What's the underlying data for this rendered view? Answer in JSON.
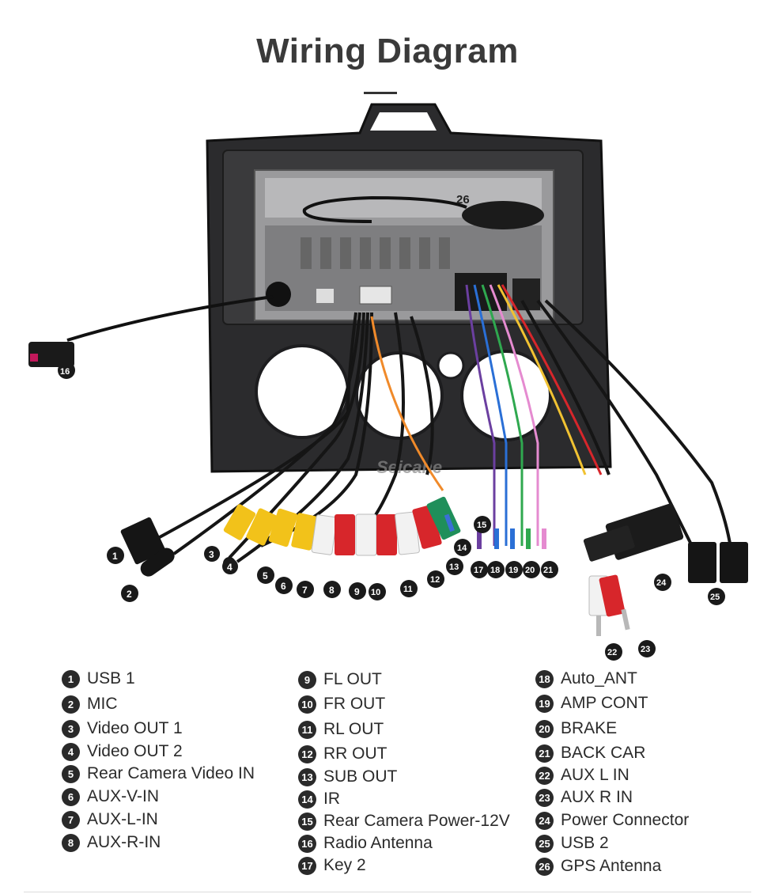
{
  "title": "Wiring Diagram",
  "watermark": "Seicane",
  "legend": [
    {
      "num": "1",
      "label": "USB 1"
    },
    {
      "num": "2",
      "label": "MIC"
    },
    {
      "num": "3",
      "label": "Video OUT 1"
    },
    {
      "num": "4",
      "label": "Video OUT 2"
    },
    {
      "num": "5",
      "label": "Rear Camera Video IN"
    },
    {
      "num": "6",
      "label": "AUX-V-IN"
    },
    {
      "num": "7",
      "label": "AUX-L-IN"
    },
    {
      "num": "8",
      "label": "AUX-R-IN"
    },
    {
      "num": "9",
      "label": "FL OUT"
    },
    {
      "num": "10",
      "label": "FR OUT"
    },
    {
      "num": "11",
      "label": "RL OUT"
    },
    {
      "num": "12",
      "label": "RR OUT"
    },
    {
      "num": "13",
      "label": "SUB OUT"
    },
    {
      "num": "14",
      "label": "IR"
    },
    {
      "num": "15",
      "label": "Rear Camera Power-12V"
    },
    {
      "num": "16",
      "label": "Radio Antenna"
    },
    {
      "num": "17",
      "label": "Key 2"
    },
    {
      "num": "18",
      "label": "Auto_ANT"
    },
    {
      "num": "19",
      "label": "AMP  CONT"
    },
    {
      "num": "20",
      "label": "BRAKE"
    },
    {
      "num": "21",
      "label": "BACK CAR"
    },
    {
      "num": "22",
      "label": "AUX L IN"
    },
    {
      "num": "23",
      "label": "AUX R IN"
    },
    {
      "num": "24",
      "label": "Power Connector"
    },
    {
      "num": "25",
      "label": "USB 2"
    },
    {
      "num": "26",
      "label": "GPS Antenna"
    }
  ],
  "colors": {
    "frame": "#2b2b2d",
    "unit": "#8d8d8f",
    "yellow": "#f2c21a",
    "red": "#d7262b",
    "white": "#f2f2f2",
    "green": "#1f8f5a",
    "badge": "#2a2a2a"
  }
}
